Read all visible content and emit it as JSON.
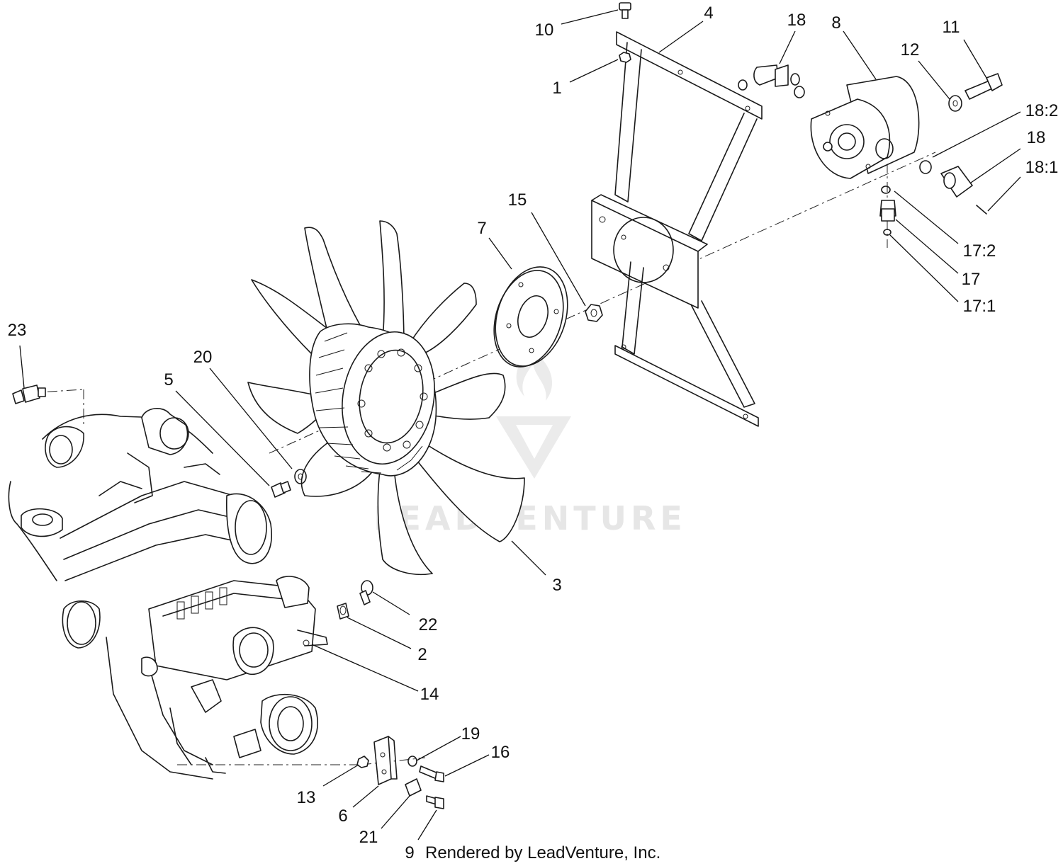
{
  "watermark": {
    "text": "LEADVENTURE"
  },
  "credit": "Rendered by LeadVenture, Inc.",
  "callouts": [
    {
      "id": "c-10",
      "label": "10"
    },
    {
      "id": "c-4",
      "label": "4"
    },
    {
      "id": "c-18a",
      "label": "18"
    },
    {
      "id": "c-8",
      "label": "8"
    },
    {
      "id": "c-11",
      "label": "11"
    },
    {
      "id": "c-12",
      "label": "12"
    },
    {
      "id": "c-1",
      "label": "1"
    },
    {
      "id": "c-18-2",
      "label": "18:2"
    },
    {
      "id": "c-18b",
      "label": "18"
    },
    {
      "id": "c-18-1",
      "label": "18:1"
    },
    {
      "id": "c-15",
      "label": "15"
    },
    {
      "id": "c-7",
      "label": "7"
    },
    {
      "id": "c-17-2",
      "label": "17:2"
    },
    {
      "id": "c-17",
      "label": "17"
    },
    {
      "id": "c-17-1",
      "label": "17:1"
    },
    {
      "id": "c-23",
      "label": "23"
    },
    {
      "id": "c-20",
      "label": "20"
    },
    {
      "id": "c-5",
      "label": "5"
    },
    {
      "id": "c-3",
      "label": "3"
    },
    {
      "id": "c-22",
      "label": "22"
    },
    {
      "id": "c-2",
      "label": "2"
    },
    {
      "id": "c-14",
      "label": "14"
    },
    {
      "id": "c-19",
      "label": "19"
    },
    {
      "id": "c-16",
      "label": "16"
    },
    {
      "id": "c-13",
      "label": "13"
    },
    {
      "id": "c-6",
      "label": "6"
    },
    {
      "id": "c-21",
      "label": "21"
    },
    {
      "id": "c-9",
      "label": "9"
    }
  ]
}
